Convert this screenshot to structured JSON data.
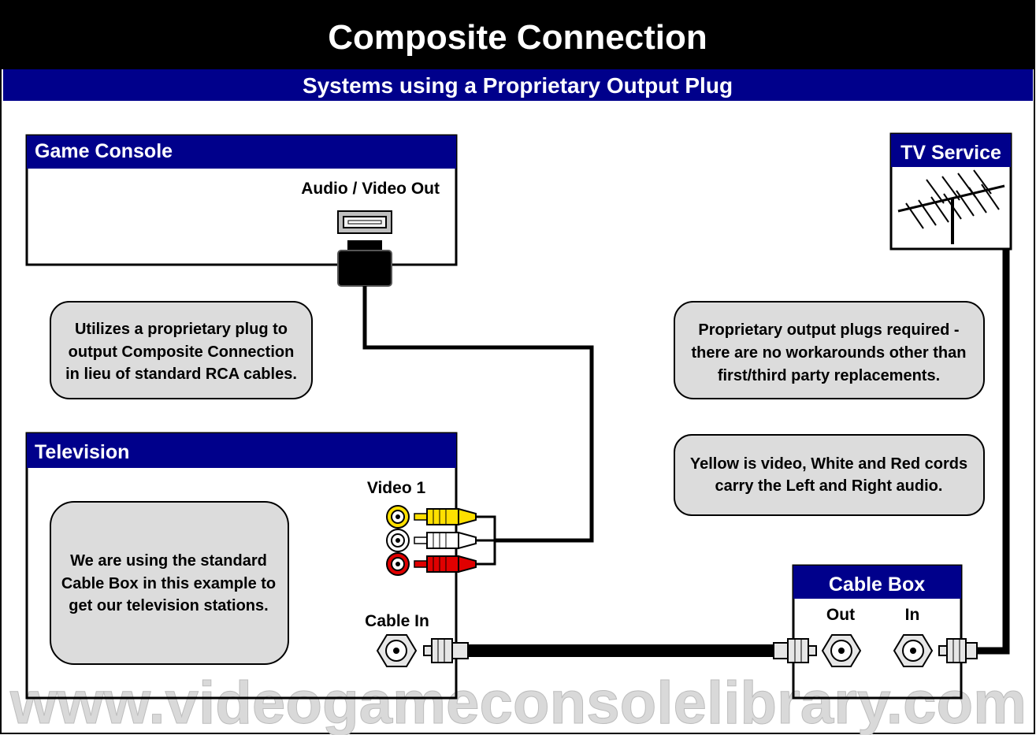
{
  "title": "Composite Connection",
  "subtitle": "Systems using a Proprietary Output Plug",
  "colors": {
    "title_bar": "#000000",
    "header_blue": "#00008b",
    "note_fill": "#dcdcdc",
    "rca_yellow": "#ffe000",
    "rca_white": "#ffffff",
    "rca_red": "#e00000",
    "watermark": "#d9d9d9"
  },
  "game_console": {
    "label": "Game Console",
    "port_label": "Audio / Video Out"
  },
  "tv_service": {
    "label": "TV Service",
    "icon": "antenna-icon"
  },
  "television": {
    "label": "Television",
    "video_label": "Video 1",
    "cable_in_label": "Cable In"
  },
  "cable_box": {
    "label": "Cable Box",
    "out_label": "Out",
    "in_label": "In"
  },
  "notes": {
    "console": [
      "Utilizes a proprietary plug to",
      "output Composite Connection",
      "in lieu of standard RCA cables."
    ],
    "proprietary": [
      "Proprietary output plugs required -",
      "there are no workarounds other than",
      "first/third party replacements."
    ],
    "cords": [
      "Yellow is video, White and Red cords",
      "carry the Left and Right audio."
    ],
    "television": [
      "We are using the standard",
      "Cable Box in this example to",
      "get our television stations."
    ]
  },
  "watermark": "www.videogameconsolelibrary.com"
}
